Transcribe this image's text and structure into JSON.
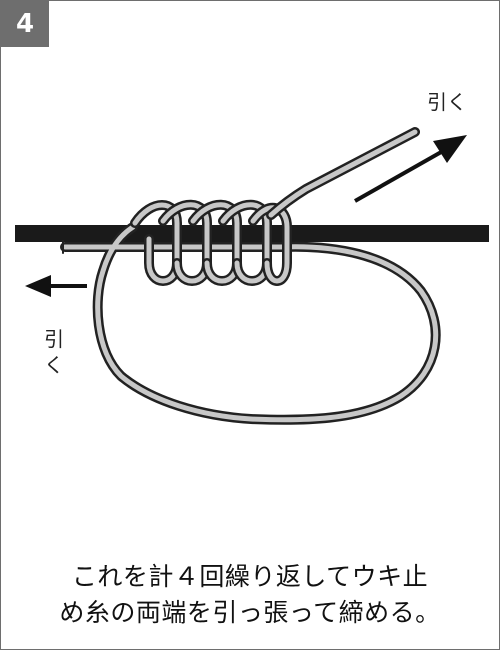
{
  "step": "4",
  "labels": {
    "pull_top": "引く",
    "pull_left": "引く"
  },
  "caption": {
    "line1": "これを計４回繰り返してウキ止",
    "line2": "め糸の両端を引っ張って締める。"
  },
  "colors": {
    "badge": "#6e6e6e",
    "line": "#1a1a1a",
    "thread_outline": "#222222",
    "thread_fill": "#c8c8c8",
    "arrow": "#111111"
  }
}
